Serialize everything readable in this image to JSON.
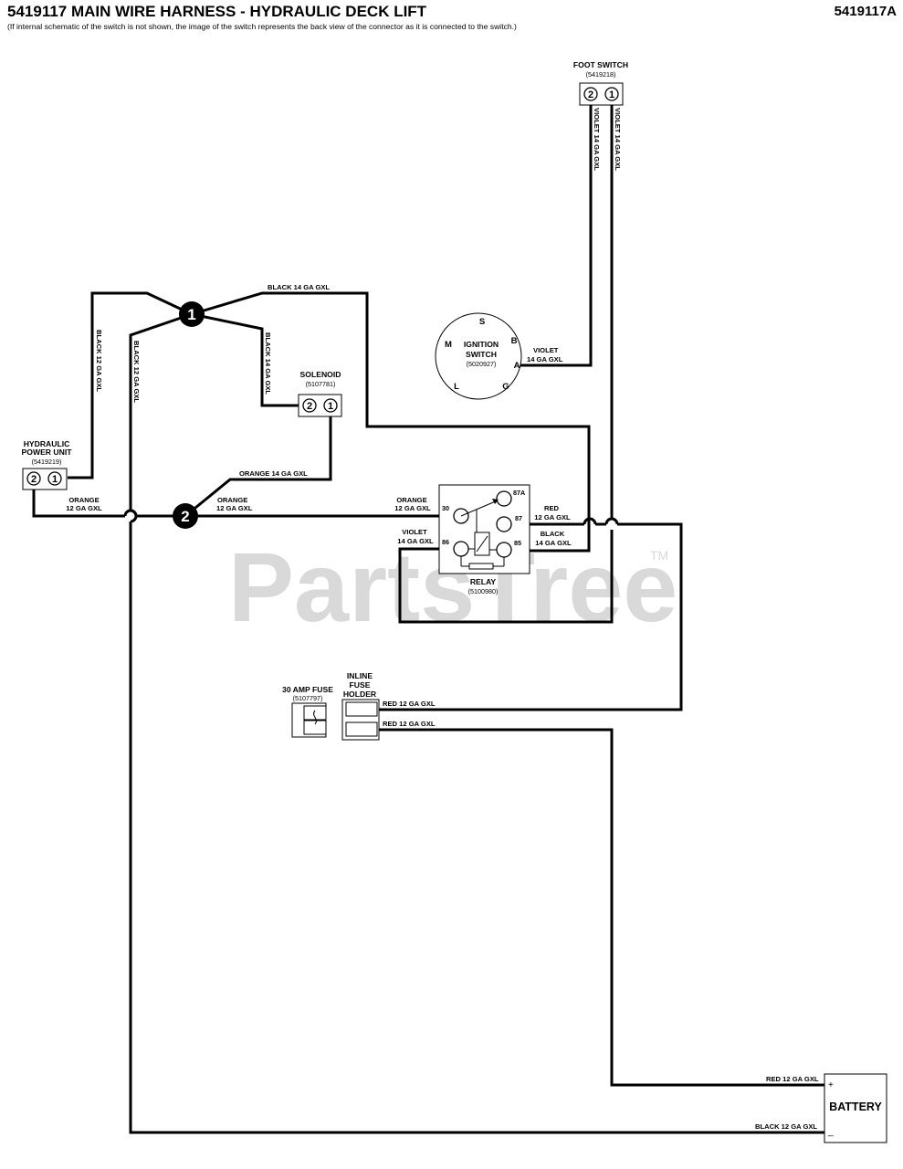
{
  "header": {
    "title": "5419117 MAIN WIRE HARNESS - HYDRAULIC DECK LIFT",
    "code": "5419117A",
    "subtitle": "(If internal schematic of the switch is not shown, the image of the switch represents the back view of the connector as it is connected to the switch.)"
  },
  "watermark": {
    "text": "PartsTree",
    "tm": "TM"
  },
  "components": {
    "foot_switch": {
      "name": "FOOT SWITCH",
      "part": "(5419218)",
      "pin2": "2",
      "pin1": "1"
    },
    "ignition_switch": {
      "name1": "IGNITION",
      "name2": "SWITCH",
      "part": "(5020927)",
      "S": "S",
      "M": "M",
      "B": "B",
      "A": "A",
      "L": "L",
      "G": "G"
    },
    "solenoid": {
      "name": "SOLENOID",
      "part": "(5107781)",
      "pin2": "2",
      "pin1": "1"
    },
    "hydraulic_power_unit": {
      "name1": "HYDRAULIC",
      "name2": "POWER UNIT",
      "part": "(5419219)",
      "pin2": "2",
      "pin1": "1"
    },
    "relay": {
      "name": "RELAY",
      "part": "(5100980)",
      "t30": "30",
      "t87a": "87A",
      "t87": "87",
      "t86": "86",
      "t85": "85"
    },
    "fuse": {
      "name": "30 AMP FUSE",
      "part": "(5107797)"
    },
    "fuse_holder": {
      "name1": "INLINE",
      "name2": "FUSE",
      "name3": "HOLDER"
    },
    "battery": {
      "name": "BATTERY",
      "plus": "+",
      "minus": "_"
    }
  },
  "splices": {
    "s1": "1",
    "s2": "2"
  },
  "wire_labels": {
    "violet_fs2": "VIOLET 14 GA GXL",
    "violet_fs1": "VIOLET 14 GA GXL",
    "black14_top": "BLACK 14 GA GXL",
    "black12_left": "BLACK 12 GA GXL",
    "black12_main": "BLACK 12 GA GXL",
    "black14_sol": "BLACK 14 GA GXL",
    "violet_ign_1": "VIOLET",
    "violet_ign_2": "14 GA GXL",
    "orange14": "ORANGE 14 GA GXL",
    "orange_hpu_1": "ORANGE",
    "orange_hpu_2": "12 GA GXL",
    "orange_s2_1": "ORANGE",
    "orange_s2_2": "12 GA GXL",
    "orange_relay_1": "ORANGE",
    "orange_relay_2": "12 GA GXL",
    "red_relay_1": "RED",
    "red_relay_2": "12 GA GXL",
    "black_relay_1": "BLACK",
    "black_relay_2": "14 GA GXL",
    "violet_relay_1": "VIOLET",
    "violet_relay_2": "14 GA GXL",
    "red_fuse_top": "RED 12 GA GXL",
    "red_fuse_bot": "RED 12 GA GXL",
    "red_batt": "RED 12 GA GXL",
    "black_batt": "BLACK 12 GA GXL"
  }
}
